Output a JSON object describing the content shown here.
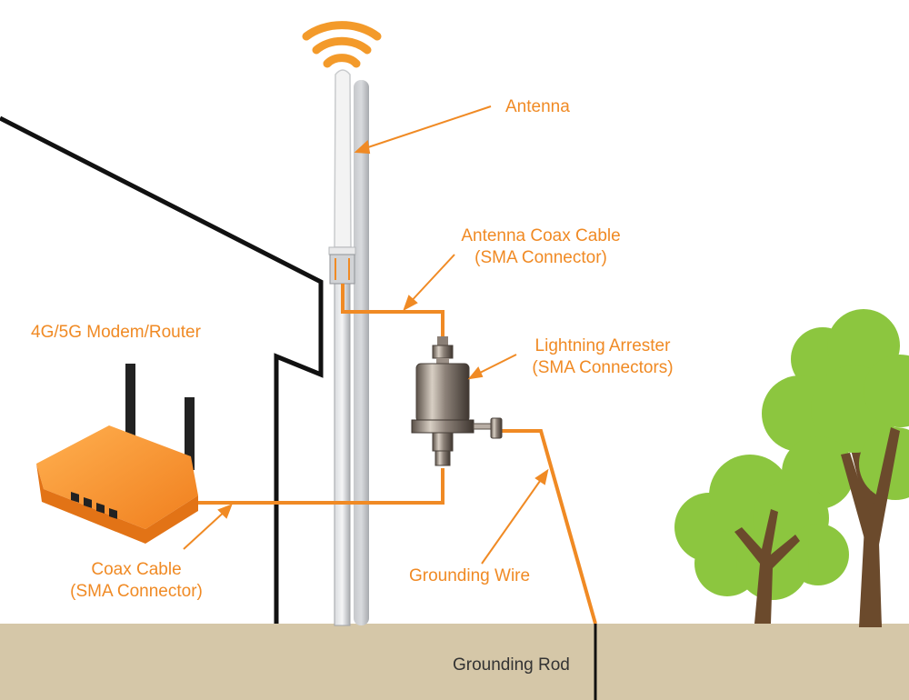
{
  "labels": {
    "antenna": "Antenna",
    "antenna_coax_line1": "Antenna Coax Cable",
    "antenna_coax_line2": "(SMA Connector)",
    "lightning_line1": "Lightning Arrester",
    "lightning_line2": "(SMA Connectors)",
    "modem": "4G/5G Modem/Router",
    "coax_line1": "Coax Cable",
    "coax_line2": "(SMA Connector)",
    "grounding_wire": "Grounding Wire",
    "grounding_rod": "Grounding Rod"
  },
  "colors": {
    "accent": "#f08a24",
    "ground": "#d5c7a8",
    "tree_leaf": "#8cc63f",
    "tree_trunk": "#6b4a2c",
    "house_outline": "#111111",
    "mast": "#b9bcc0",
    "rod_text": "#333333"
  }
}
